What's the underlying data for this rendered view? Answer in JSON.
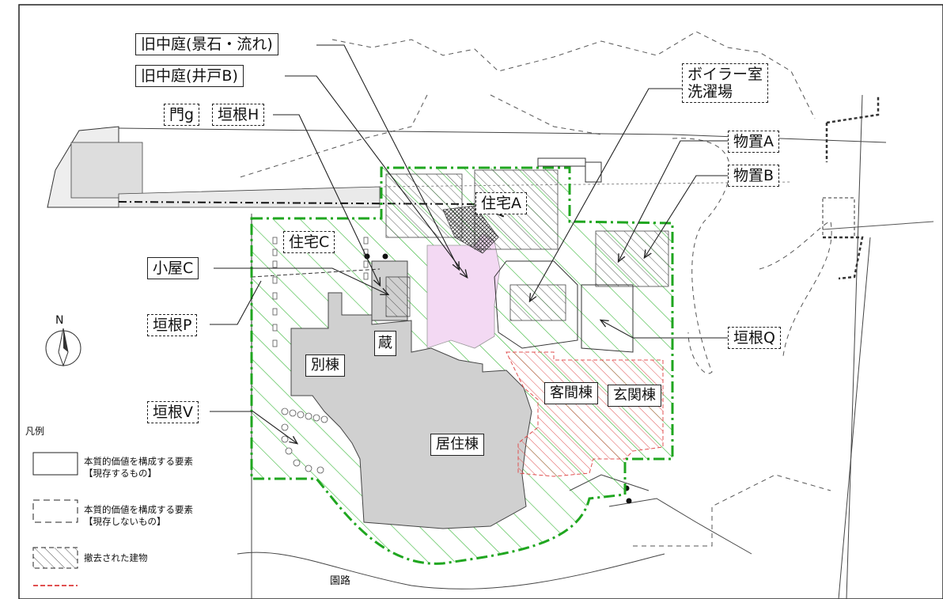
{
  "labels": {
    "kyu_nakaniwa_keiseki": "旧中庭(景石・流れ)",
    "kyu_nakaniwa_ido": "旧中庭(井戸B)",
    "mon_g": "門g",
    "kakine_h": "垣根H",
    "boiler": [
      "ボイラー室",
      "洗濯場"
    ],
    "monooki_a": "物置A",
    "monooki_b": "物置B",
    "jutaku_a": "住宅A",
    "jutaku_c": "住宅C",
    "koya_c": "小屋C",
    "kakine_p": "垣根P",
    "kakine_q": "垣根Q",
    "kakine_v": "垣根V",
    "bettou": "別棟",
    "kura": "蔵",
    "kyakuma": "客間棟",
    "genkan": "玄関棟",
    "kyoju": "居住棟",
    "enro": "園路",
    "north": "N"
  },
  "legend": {
    "title": "凡例",
    "items": [
      {
        "style": "solid",
        "lines": [
          "本質的価値を構成する要素",
          "【現存するもの】"
        ]
      },
      {
        "style": "dashed",
        "lines": [
          "本質的価値を構成する要素",
          "【現存しないもの】"
        ]
      },
      {
        "style": "hatched",
        "lines": [
          "撤去された建物"
        ]
      }
    ]
  },
  "colors": {
    "boundary": "#1fa61f",
    "building_fill": "#d0d0d0",
    "pink_area": "#f3d9f3",
    "red_hatch": "#e05050",
    "green_hatch": "#36b536",
    "line": "#222222"
  }
}
